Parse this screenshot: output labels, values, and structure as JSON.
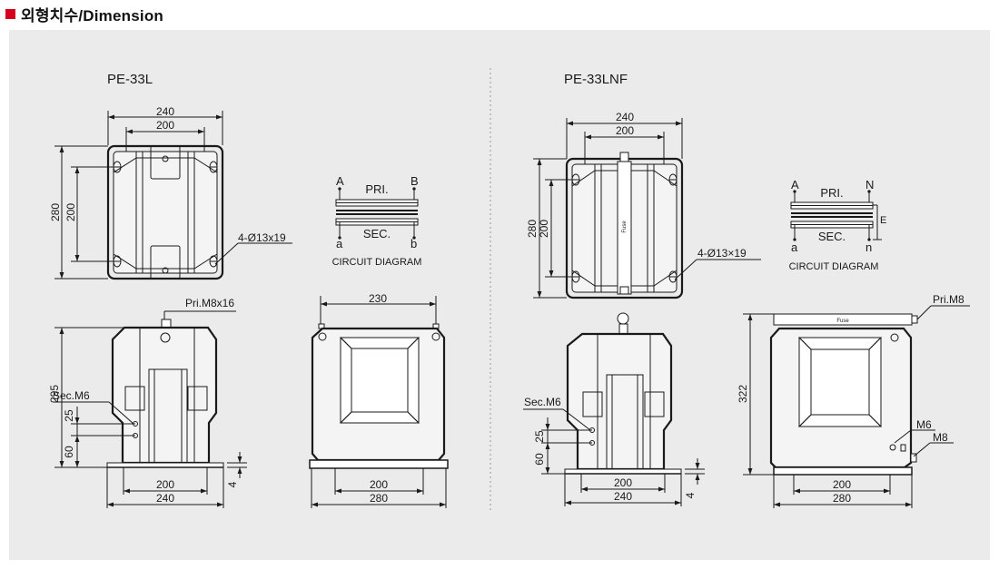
{
  "title": "외형치수/Dimension",
  "left": {
    "model": "PE-33L",
    "top_view": {
      "width_outer": "240",
      "width_inner": "200",
      "height_outer": "280",
      "height_inner": "200",
      "holes": "4-Ø13x19"
    },
    "circuit": {
      "A": "A",
      "B": "B",
      "pri": "PRI.",
      "sec": "SEC.",
      "a": "a",
      "b": "b",
      "caption": "CIRCUIT DIAGRAM"
    },
    "front_view": {
      "pri_terminal": "Pri.M8x16",
      "sec_terminal": "Sec.M6",
      "height": "295",
      "d25": "25",
      "d60": "60",
      "d4": "4",
      "w_inner": "200",
      "w_outer": "240"
    },
    "side_view": {
      "top_width": "230",
      "w_inner": "200",
      "w_outer": "280"
    }
  },
  "right": {
    "model": "PE-33LNF",
    "top_view": {
      "width_outer": "240",
      "width_inner": "200",
      "height_outer": "280",
      "height_inner": "200",
      "holes": "4-Ø13×19",
      "fuse": "Fuse"
    },
    "circuit": {
      "A": "A",
      "N": "N",
      "pri": "PRI.",
      "sec": "SEC.",
      "a": "a",
      "n": "n",
      "E": "E",
      "caption": "CIRCUIT DIAGRAM"
    },
    "front_view": {
      "sec_terminal": "Sec.M6",
      "d25": "25",
      "d60": "60",
      "d4": "4",
      "w_inner": "200",
      "w_outer": "240"
    },
    "side_view": {
      "pri_terminal": "Pri.M8",
      "fuse": "Fuse",
      "height": "322",
      "m6": "M6",
      "m8": "M8",
      "w_inner": "200",
      "w_outer": "280"
    }
  },
  "colors": {
    "accent": "#d6001c",
    "panel": "#ebebeb",
    "line": "#1a1a1a"
  },
  "icons": [
    "mounting-hole-icon",
    "terminal-bolt-icon",
    "dimension-arrow-icon"
  ]
}
